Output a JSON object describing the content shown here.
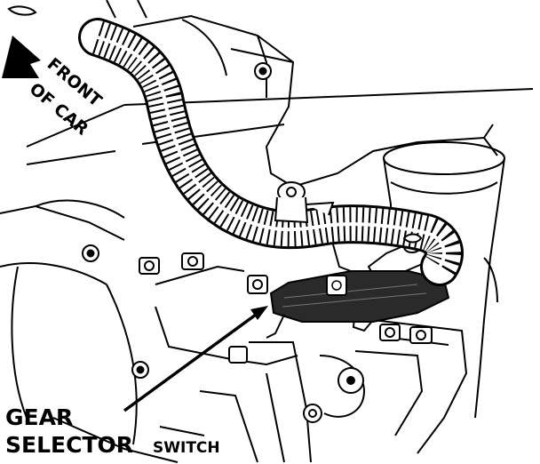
{
  "diagram": {
    "direction_label_line1": "FRONT",
    "direction_label_line2": "OF CAR",
    "callout_line1": "GEAR",
    "callout_line2_main": "SELECTOR",
    "callout_line2_suffix": "SWITCH"
  },
  "colors": {
    "ink": "#000000",
    "paper": "#ffffff",
    "shadow_fill": "#2a2a2a"
  }
}
